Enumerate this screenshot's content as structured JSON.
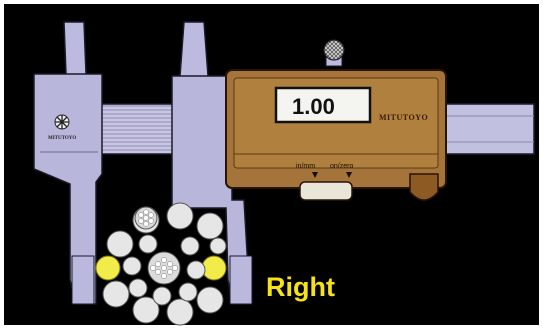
{
  "illustration": {
    "display_value": "1.00",
    "brand_name": "MITUTOYO",
    "button_label_left": "in/mm",
    "button_label_right": "on/zero",
    "caption": "Right"
  },
  "colors": {
    "background": "#000000",
    "caliper_steel": "#b9b6dc",
    "caliper_outline": "#1a1a2a",
    "housing": "#a4743b",
    "housing_dark": "#6f4718",
    "lcd": "#f4f4f0",
    "wire_strand": "#e6e6e6",
    "highlight_strand": "#f1ec4a",
    "caption": "#f7e21a"
  },
  "icons": {
    "logo": "mitutoyo-star-logo",
    "thumb_wheel": "knurled-thumb-wheel"
  }
}
